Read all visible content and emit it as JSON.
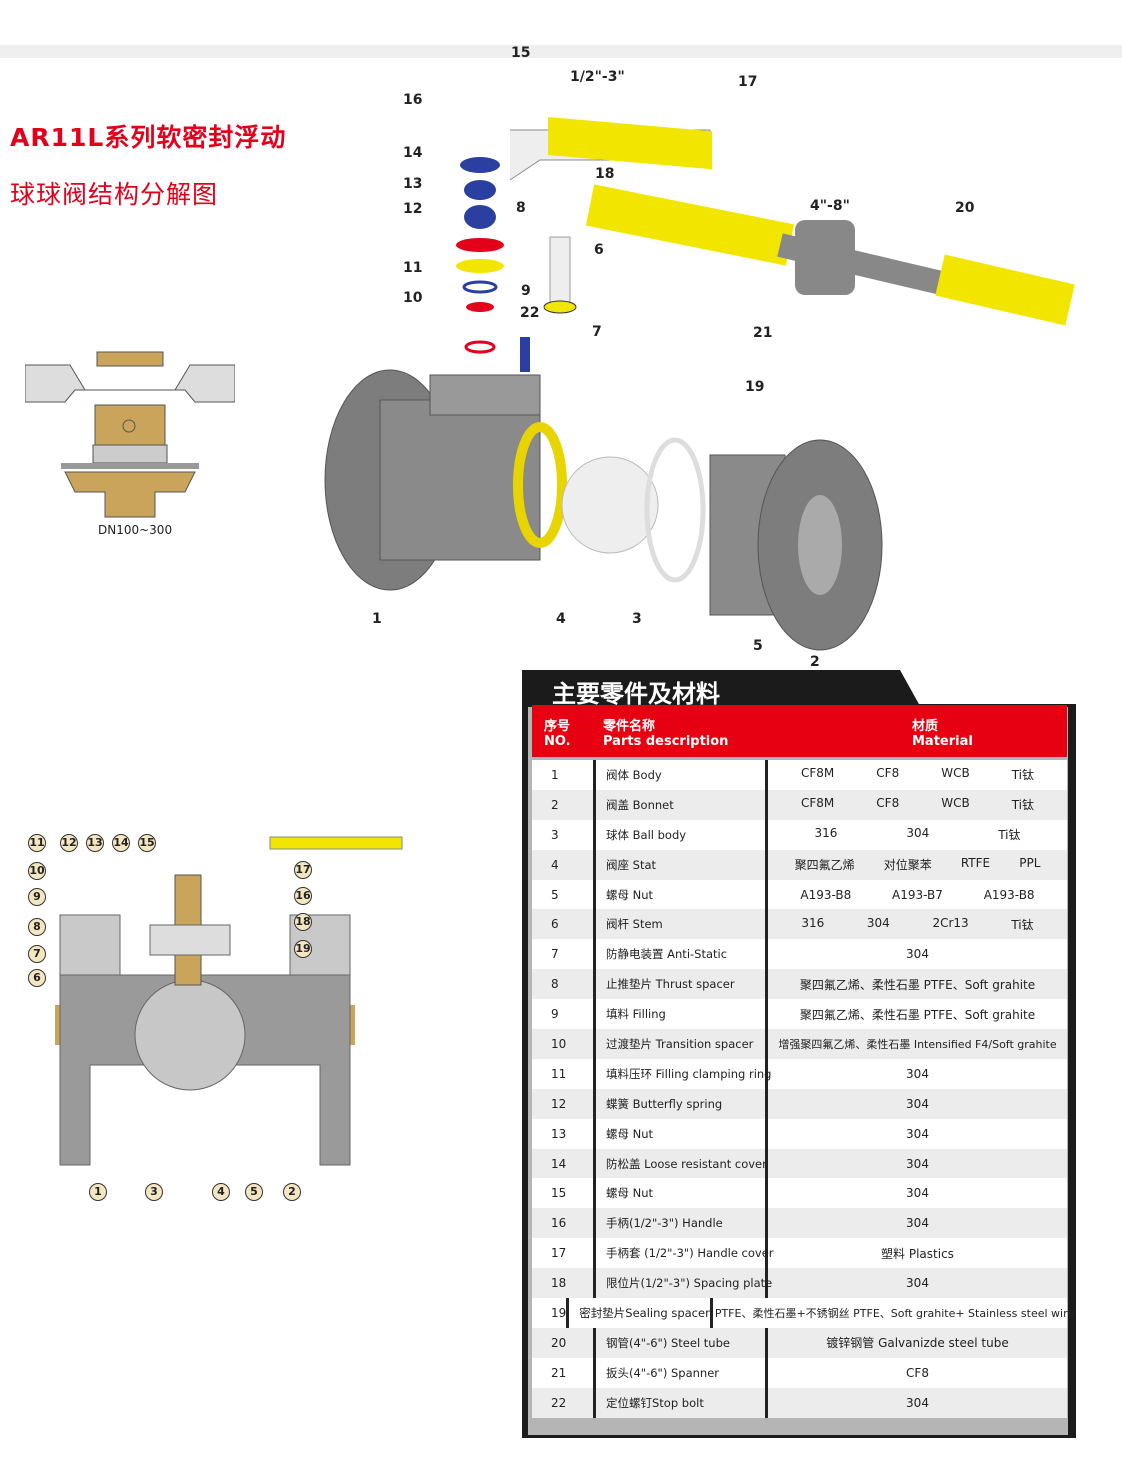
{
  "title_line1": "AR11L系列软密封浮动",
  "title_line2": "球球阀结构分解图",
  "detail_caption": "DN100~300",
  "exploded": {
    "size_small": "1/2\"-3\"",
    "size_large": "4\"-8\"",
    "callouts": [
      "15",
      "16",
      "14",
      "13",
      "12",
      "11",
      "10",
      "17",
      "18",
      "8",
      "6",
      "9",
      "22",
      "7",
      "20",
      "21",
      "19",
      "1",
      "4",
      "3",
      "5",
      "2"
    ]
  },
  "cutaway": {
    "callouts": [
      "11",
      "12",
      "13",
      "14",
      "15",
      "10",
      "9",
      "8",
      "7",
      "6",
      "17",
      "16",
      "18",
      "19",
      "1",
      "3",
      "4",
      "5",
      "2"
    ]
  },
  "table": {
    "title": "主要零件及材料",
    "header": {
      "no_cn": "序号",
      "no_en": "NO.",
      "desc_cn": "零件名称",
      "desc_en": "Parts description",
      "mat_cn": "材质",
      "mat_en": "Material"
    },
    "rows": [
      {
        "no": "1",
        "desc": "阀体 Body",
        "mat": [
          "CF8M",
          "CF8",
          "WCB",
          "Ti钛"
        ]
      },
      {
        "no": "2",
        "desc": "阀盖 Bonnet",
        "mat": [
          "CF8M",
          "CF8",
          "WCB",
          "Ti钛"
        ]
      },
      {
        "no": "3",
        "desc": "球体 Ball body",
        "mat": [
          "316",
          "304",
          "Ti钛"
        ]
      },
      {
        "no": "4",
        "desc": "阀座 Stat",
        "mat": [
          "聚四氟乙烯",
          "对位聚苯",
          "RTFE",
          "PPL"
        ]
      },
      {
        "no": "5",
        "desc": "螺母 Nut",
        "mat": [
          "A193-B8",
          "A193-B7",
          "A193-B8"
        ]
      },
      {
        "no": "6",
        "desc": "阀杆 Stem",
        "mat": [
          "316",
          "304",
          "2Cr13",
          "Ti钛"
        ]
      },
      {
        "no": "7",
        "desc": "防静电装置 Anti-Static",
        "mat": [
          "304"
        ]
      },
      {
        "no": "8",
        "desc": "止推垫片 Thrust spacer",
        "mat": [
          "聚四氟乙烯、柔性石墨  PTFE、Soft grahite"
        ]
      },
      {
        "no": "9",
        "desc": "填料 Filling",
        "mat": [
          "聚四氟乙烯、柔性石墨  PTFE、Soft grahite"
        ]
      },
      {
        "no": "10",
        "desc": "过渡垫片 Transition spacer",
        "mat": [
          "增强聚四氟乙烯、柔性石墨 Intensified F4/Soft grahite"
        ]
      },
      {
        "no": "11",
        "desc": "填料压环 Filling clamping ring",
        "mat": [
          "304"
        ]
      },
      {
        "no": "12",
        "desc": "蝶簧 Butterfly spring",
        "mat": [
          "304"
        ]
      },
      {
        "no": "13",
        "desc": "螺母 Nut",
        "mat": [
          "304"
        ]
      },
      {
        "no": "14",
        "desc": "防松盖 Loose resistant cover",
        "mat": [
          "304"
        ]
      },
      {
        "no": "15",
        "desc": "螺母 Nut",
        "mat": [
          "304"
        ]
      },
      {
        "no": "16",
        "desc": "手柄(1/2\"-3\") Handle",
        "mat": [
          "304"
        ]
      },
      {
        "no": "17",
        "desc": "手柄套 (1/2\"-3\") Handle cover",
        "mat": [
          "塑料 Plastics"
        ]
      },
      {
        "no": "18",
        "desc": "限位片(1/2\"-3\") Spacing plate",
        "mat": [
          "304"
        ]
      },
      {
        "no": "19",
        "desc": "密封垫片Sealing spacer",
        "mat": [
          "PTFE、柔性石墨+不锈钢丝 PTFE、Soft grahite+ Stainless steel wire"
        ]
      },
      {
        "no": "20",
        "desc": "钢管(4\"-6\") Steel tube",
        "mat": [
          "镀锌钢管 Galvanizde steel tube"
        ]
      },
      {
        "no": "21",
        "desc": "扳头(4\"-6\")  Spanner",
        "mat": [
          "CF8"
        ]
      },
      {
        "no": "22",
        "desc": "定位螺钉Stop bolt",
        "mat": [
          "304"
        ]
      }
    ]
  }
}
